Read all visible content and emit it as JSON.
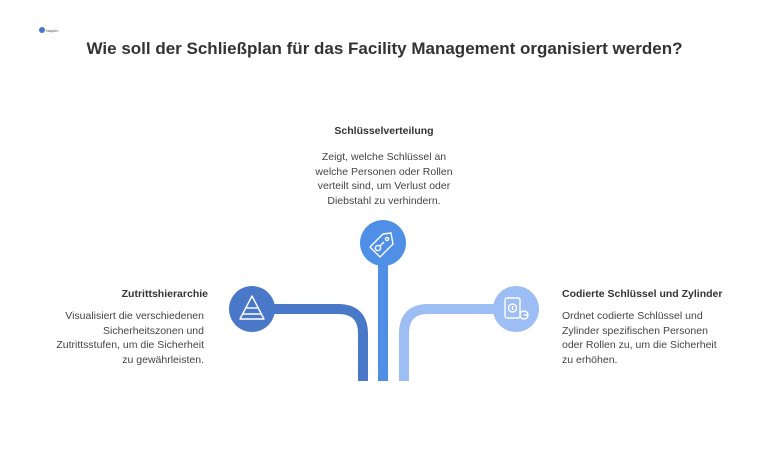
{
  "title": "Wie soll der Schließplan für das Facility Management organisiert werden?",
  "logo_text": "Napkin",
  "colors": {
    "left": "#4a78c8",
    "center": "#4f90e6",
    "right": "#9dbdf5"
  },
  "items": [
    {
      "title": "Zutrittshierarchie",
      "lines": [
        "Visualisiert die verschiedenen",
        "Sicherheitszonen und",
        "Zutrittsstufen, um die Sicherheit",
        "zu gewährleisten."
      ],
      "icon": "pyramid-icon"
    },
    {
      "title": "Schlüsselverteilung",
      "lines": [
        "Zeigt, welche Schlüssel an",
        "welche Personen oder Rollen",
        "verteilt sind, um Verlust oder",
        "Diebstahl zu verhindern."
      ],
      "icon": "key-tag-icon"
    },
    {
      "title": "Codierte Schlüssel und Zylinder",
      "lines": [
        "Ordnet codierte Schlüssel und",
        "Zylinder spezifischen Personen",
        "oder Rollen zu, um die Sicherheit",
        "zu erhöhen."
      ],
      "icon": "coded-key-cylinder-icon"
    }
  ]
}
